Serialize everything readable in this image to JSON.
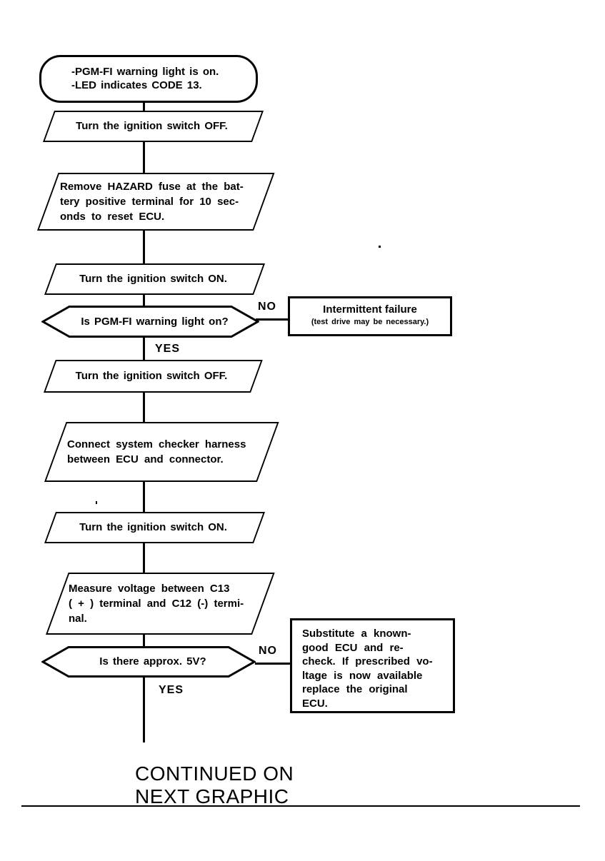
{
  "flowchart": {
    "start": [
      "-PGM-FI warning light is on.",
      "-LED indicates CODE 13."
    ],
    "steps": {
      "turn_off_1": "Turn the ignition switch OFF.",
      "remove_fuse": [
        "Remove HAZARD fuse at the bat-",
        "tery positive terminal for 10 sec-",
        "onds to reset ECU."
      ],
      "turn_on_1": "Turn the ignition switch ON.",
      "turn_off_2": "Turn the ignition switch OFF.",
      "connect_checker": [
        "Connect system checker harness",
        "between ECU and connector."
      ],
      "turn_on_2": "Turn the ignition switch ON.",
      "measure_voltage": [
        "Measure voltage between C13",
        "( + ) terminal and C12 (-) termi-",
        "nal."
      ]
    },
    "decisions": {
      "warning_light": "Is PGM-FI warning light on?",
      "approx_5v": "Is there approx. 5V?"
    },
    "branch_labels": {
      "yes": "YES",
      "no": "NO"
    },
    "results": {
      "intermittent_title": "Intermittent failure",
      "intermittent_note": "(test drive may be necessary.)",
      "substitute_ecu": [
        "Substitute a known-",
        "good ECU and re-",
        "check. If prescribed vo-",
        "ltage is now available",
        "replace the original",
        "ECU."
      ]
    },
    "continued": [
      "CONTINUED ON",
      "NEXT GRAPHIC"
    ]
  },
  "colors": {
    "ink": "#000000",
    "paper": "#ffffff"
  }
}
